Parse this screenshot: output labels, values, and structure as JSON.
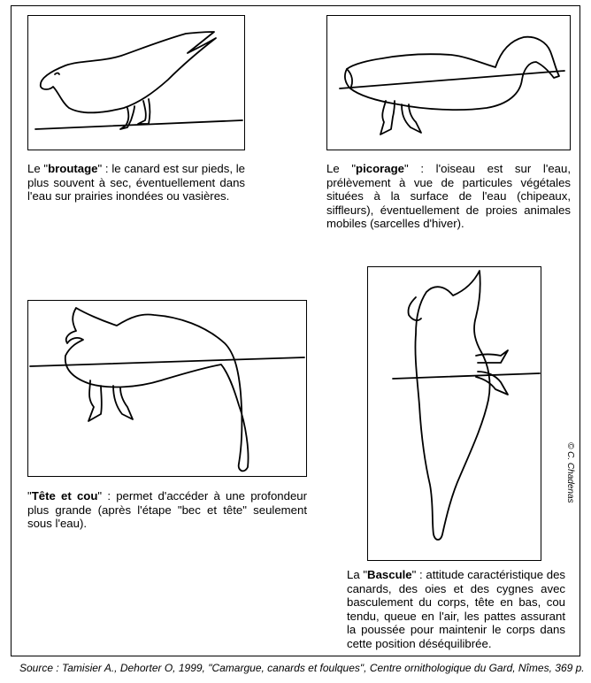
{
  "panels": [
    {
      "id": "broutage",
      "prefix": "Le \"",
      "term": "broutage",
      "text": "\" : le canard est sur pieds, le plus souvent à sec, éventuellement dans l'eau sur prairies inondées ou vasières."
    },
    {
      "id": "picorage",
      "prefix": "Le \"",
      "term": "picorage",
      "text": "\" : l'oiseau est sur l'eau, prélèvement à vue de particules végétales situées à la surface de l'eau (chipeaux, siffleurs), éventuellement de proies animales mobiles (sarcelles d'hiver)."
    },
    {
      "id": "tete-et-cou",
      "prefix": "\"",
      "term": "Tête et cou",
      "text": "\" : permet d'accéder à une profondeur plus grande (après l'étape \"bec et tête\" seulement sous l'eau)."
    },
    {
      "id": "bascule",
      "prefix": "La \"",
      "term": "Bascule",
      "text": "\" : attitude caractéristique des canards, des oies et des cygnes avec basculement du corps, tête en bas, cou tendu, queue en l'air, les pattes assurant la poussée pour maintenir le corps dans cette position déséquilibrée."
    }
  ],
  "source": "Source : Tamisier A., Dehorter O, 1999, \"Camargue, canards et foulques\", Centre ornithologique du Gard, Nîmes, 369 p.",
  "copyright": "© C. Chadenas"
}
